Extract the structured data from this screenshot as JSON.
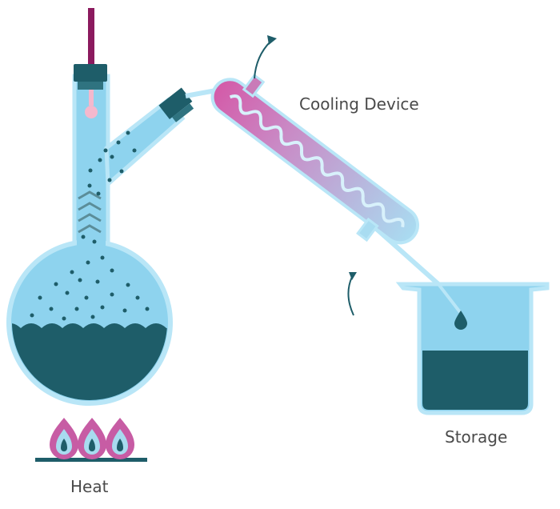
{
  "labels": {
    "cooling": "Cooling Device",
    "storage": "Storage",
    "heat": "Heat"
  },
  "colors": {
    "glass": "#8ed3ee",
    "glass_edge": "#b9e6f7",
    "liquid": "#1e5d69",
    "accent": "#8b1a5e",
    "gradient_hot": "#d45aa8",
    "gradient_cool": "#a9dcf1",
    "flame_outer": "#c75ca4",
    "flame_inner": "#a8dbef",
    "flame_core": "#1e5d69",
    "arrow": "#1e5d69",
    "text": "#4a4a4a"
  },
  "components": [
    "rod",
    "stopper",
    "thermometer",
    "distilling-flask",
    "side-arm",
    "vapor-bubbles",
    "liquid-in-flask",
    "burner",
    "flames",
    "condenser",
    "coil",
    "water-inlet",
    "water-outlet",
    "beaker",
    "distillate",
    "droplet"
  ]
}
